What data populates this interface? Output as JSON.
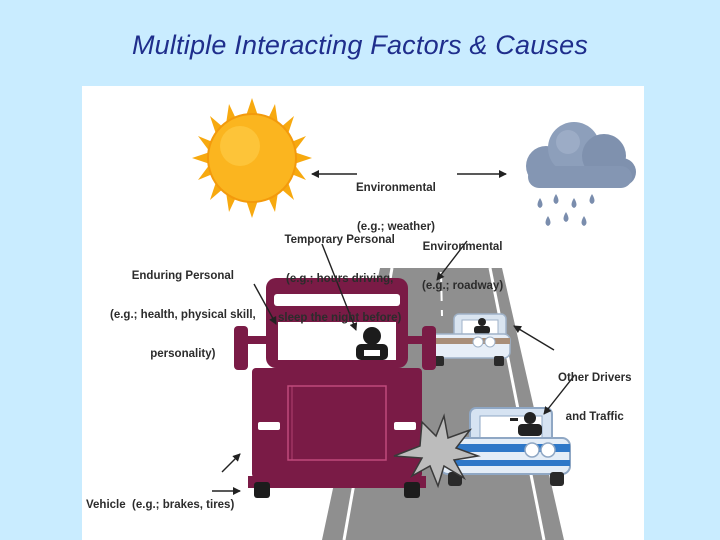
{
  "title": "Multiple Interacting Factors & Causes",
  "labels": {
    "env_weather": {
      "line1": "Environmental",
      "line2": "(e.g.; weather)"
    },
    "temporary_personal": {
      "line1": "Temporary Personal",
      "line2": "(e.g.; hours driving,",
      "line3": "sleep the night before)"
    },
    "env_roadway": {
      "line1": "Environmental",
      "line2": "(e.g.; roadway)"
    },
    "enduring_personal": {
      "line1": "Enduring Personal",
      "line2": "(e.g.; health, physical skill,",
      "line3": "personality)"
    },
    "other_drivers": {
      "line1": "Other Drivers",
      "line2": "and Traffic"
    },
    "vehicle": {
      "line1": "Vehicle  (e.g.; brakes, tires)"
    }
  },
  "colors": {
    "background": "#c9ecff",
    "title": "#1f2e8c",
    "truck": "#7a1b46",
    "sun": "#fbb51f",
    "cloud": "#8496b3",
    "road": "#8f8f8f",
    "car_tan": "#a98e78",
    "car_blue": "#2f78c8"
  },
  "icons": [
    "sun-icon",
    "rain-cloud-icon",
    "truck-icon",
    "car-icon",
    "collision-burst-icon"
  ]
}
